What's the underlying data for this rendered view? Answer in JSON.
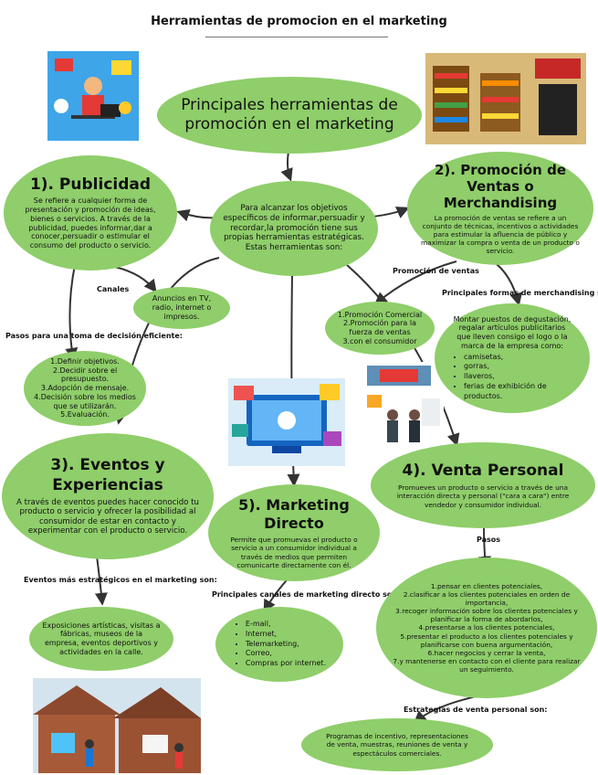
{
  "header": {
    "title": "Herramientas de promocion en el marketing"
  },
  "central": {
    "title": "Principales herramientas de promoción en el marketing",
    "text": "Para alcanzar los objetivos específicos de informar,persuadir y recordar,la promoción tiene sus propias herramientas estratégicas. Estas herramientas son:"
  },
  "publicidad": {
    "title": "1). Publicidad",
    "text": "Se refiere a cualquier forma de presentación y promoción de ideas, bienes o servicios. A través de la publicidad, puedes informar,dar a conocer,persuadir o estimular el consumo del producto o servicio.",
    "canales_label": "Canales",
    "canales_text": "Anuncios en TV, radio, internet o impresos.",
    "pasos_label": "Pasos para una toma de decisión eficiente:",
    "pasos": [
      "1.Definir objetivos.",
      "2.Decidir sobre el presupuesto.",
      "3.Adopción de mensaje.",
      "4.Decisión sobre los medios que se utilizarán.",
      "5.Evaluación."
    ]
  },
  "promocion": {
    "title": "2). Promoción de Ventas o Merchandising",
    "text": "La promoción de ventas se refiere a un conjunto de técnicas, incentivos o actividades para estimular la afluencia de público y maximizar la compra o venta de un producto o servicio.",
    "label1": "Promoción de ventas",
    "items1": [
      "1.Promoción Comercial",
      "2.Promoción para la fuerza de ventas",
      "3.con el consumidor"
    ],
    "label2": "Principales formas de merchandising son:",
    "merch_text": "Montar puestos de degustación, regalar artículos publicitarios que lleven consigo el logo o la marca de la empresa como:",
    "merch_items": [
      "camisetas,",
      "gorras,",
      "llaveros,",
      "ferias de exhibición de productos."
    ]
  },
  "eventos": {
    "title": "3). Eventos y Experiencias",
    "text": "A través de eventos puedes hacer conocido tu producto o servicio y ofrecer la posibilidad al consumidor de estar en contacto y experimentar con el producto o servicio.",
    "label": "Eventos más estratégicos en el marketing son:",
    "examples": "Exposiciones artísticas, visitas a fábricas, museos de la empresa, eventos deportivos y actividades en la calle."
  },
  "directo": {
    "title": "5). Marketing Directo",
    "text": "Permite que promuevas el producto o servicio a un consumidor individual a través de medios que permiten comunicarte directamente con él.",
    "label": "Principales canales de marketing directo son:",
    "items": [
      "E-mail,",
      "Internet,",
      "Telemarketing,",
      "Correo,",
      "Compras por internet."
    ]
  },
  "venta": {
    "title": "4). Venta Personal",
    "text": "Promueves un producto o servicio a través de una interacción directa y personal (\"cara a cara\") entre vendedor y consumidor individual.",
    "pasos_label": "Pasos",
    "pasos": [
      "1.pensar en clientes potenciales,",
      "2.clasificar a los clientes potenciales en orden de importancia,",
      "3.recoger información sobre los clientes potenciales y planificar la forma de abordarlos,",
      "4.presentarse a los clientes potenciales,",
      "5.presentar el producto a los clientes potenciales y planificarse con buena argumentación,",
      "6.hacer negocios y cerrar la venta,",
      "7.y mantenerse en contacto con el cliente para realizar un seguimiento."
    ],
    "estrategias_label": "Estrategias de venta personal son:",
    "estrategias": "Programas de incentivo, representaciones de venta, muestras, reuniones de venta y espectáculos comerciales."
  },
  "images": {
    "img1": "illustration-marketing-icon",
    "img2": "store-shelves-icon",
    "img3": "digital-marketing-icon",
    "img4": "handshake-sale-icon",
    "img5": "event-tents-icon"
  },
  "colors": {
    "node": "#8fce6a",
    "arrow": "#333333"
  }
}
